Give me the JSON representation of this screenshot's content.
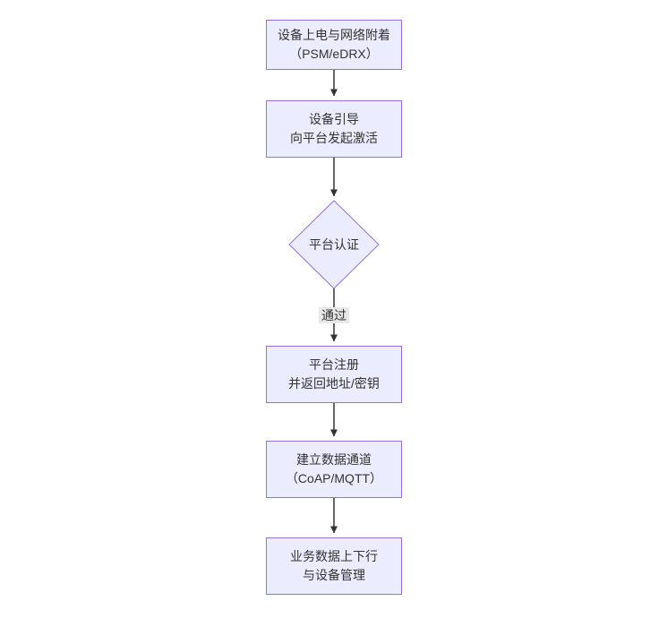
{
  "diagram": {
    "type": "flowchart",
    "direction": "top-down",
    "nodes": [
      {
        "id": "A",
        "shape": "rect",
        "lines": [
          "设备上电与网络附着",
          "（PSM/eDRX）"
        ]
      },
      {
        "id": "B",
        "shape": "rect",
        "lines": [
          "设备引导",
          "向平台发起激活"
        ]
      },
      {
        "id": "C",
        "shape": "diamond",
        "lines": [
          "平台认证"
        ]
      },
      {
        "id": "D",
        "shape": "rect",
        "lines": [
          "平台注册",
          "并返回地址/密钥"
        ]
      },
      {
        "id": "E",
        "shape": "rect",
        "lines": [
          "建立数据通道",
          "（CoAP/MQTT）"
        ]
      },
      {
        "id": "F",
        "shape": "rect",
        "lines": [
          "业务数据上下行",
          "与设备管理"
        ]
      }
    ],
    "edges": [
      {
        "from": "A",
        "to": "B",
        "label": ""
      },
      {
        "from": "B",
        "to": "C",
        "label": ""
      },
      {
        "from": "C",
        "to": "D",
        "label": "通过"
      },
      {
        "from": "D",
        "to": "E",
        "label": ""
      },
      {
        "from": "E",
        "to": "F",
        "label": ""
      }
    ],
    "colors": {
      "background": "#ffffff",
      "node_fill": "#ececff",
      "node_border": "#9370db",
      "text": "#333333",
      "arrow": "#333333",
      "edge_label_bg": "#e8e8e8"
    }
  }
}
